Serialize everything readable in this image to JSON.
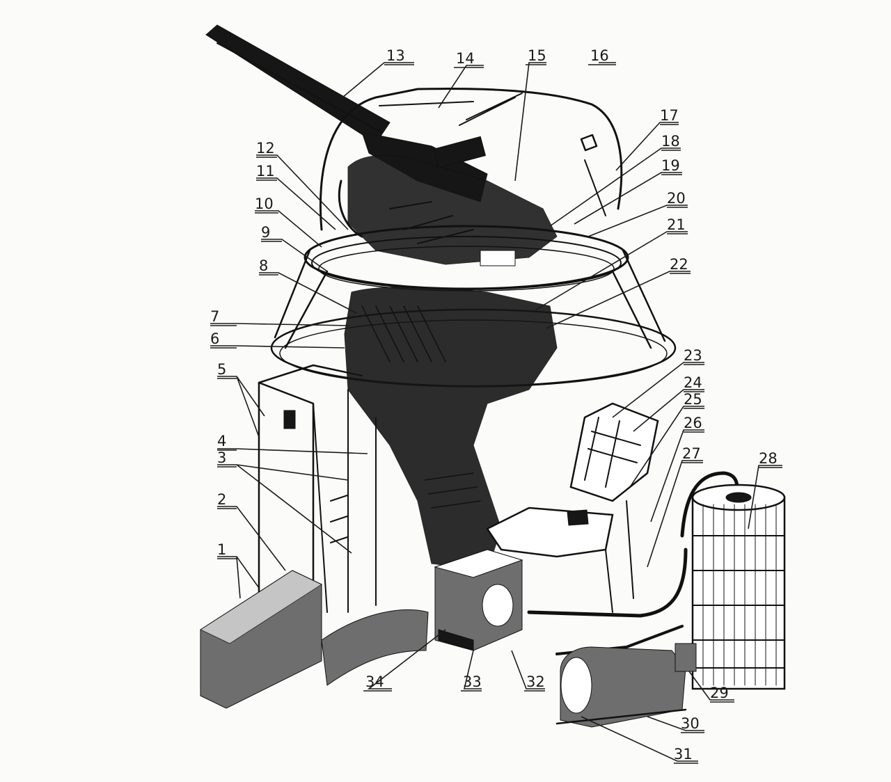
{
  "colors": {
    "ink": "#111111",
    "paper": "#fbfbfa",
    "shade": "#6e6e6e"
  },
  "callouts": [
    {
      "id": "c1",
      "label": "1"
    },
    {
      "id": "c2",
      "label": "2"
    },
    {
      "id": "c3",
      "label": "3"
    },
    {
      "id": "c4",
      "label": "4"
    },
    {
      "id": "c5",
      "label": "5"
    },
    {
      "id": "c6",
      "label": "6"
    },
    {
      "id": "c7",
      "label": "7"
    },
    {
      "id": "c8",
      "label": "8"
    },
    {
      "id": "c9",
      "label": "9"
    },
    {
      "id": "c10",
      "label": "10"
    },
    {
      "id": "c11",
      "label": "11"
    },
    {
      "id": "c12",
      "label": "12"
    },
    {
      "id": "c13",
      "label": "13"
    },
    {
      "id": "c14",
      "label": "14"
    },
    {
      "id": "c15",
      "label": "15"
    },
    {
      "id": "c16",
      "label": "16"
    },
    {
      "id": "c17",
      "label": "17"
    },
    {
      "id": "c18",
      "label": "18"
    },
    {
      "id": "c19",
      "label": "19"
    },
    {
      "id": "c20",
      "label": "20"
    },
    {
      "id": "c21",
      "label": "21"
    },
    {
      "id": "c22",
      "label": "22"
    },
    {
      "id": "c23",
      "label": "23"
    },
    {
      "id": "c24",
      "label": "24"
    },
    {
      "id": "c25",
      "label": "25"
    },
    {
      "id": "c26",
      "label": "26"
    },
    {
      "id": "c27",
      "label": "27"
    },
    {
      "id": "c28",
      "label": "28"
    },
    {
      "id": "c29",
      "label": "29"
    },
    {
      "id": "c30",
      "label": "30"
    },
    {
      "id": "c31",
      "label": "31"
    },
    {
      "id": "c32",
      "label": "32"
    },
    {
      "id": "c33",
      "label": "33"
    },
    {
      "id": "c34",
      "label": "34"
    }
  ]
}
